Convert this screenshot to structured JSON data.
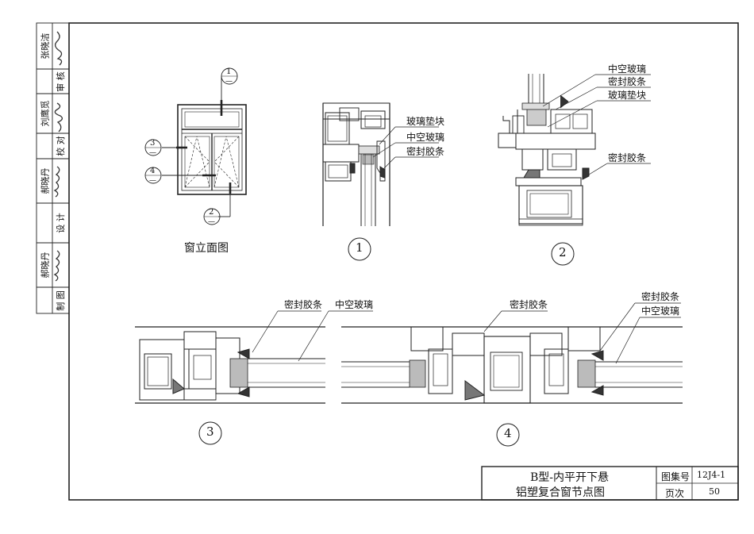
{
  "sidebar": {
    "cells": [
      {
        "text": "张晓洁",
        "sign": true
      },
      {
        "text": "审 核",
        "sign": false
      },
      {
        "text": "刘鹰觅",
        "sign": true
      },
      {
        "text": "校 对",
        "sign": false
      },
      {
        "text": "郝晓丹",
        "sign": true
      },
      {
        "text": "设 计",
        "sign": false
      },
      {
        "text": "郝晓丹",
        "sign": true
      },
      {
        "text": "制 图",
        "sign": false
      }
    ]
  },
  "elevation": {
    "caption": "窗立面图",
    "callouts": [
      {
        "num": "1",
        "sub": "—"
      },
      {
        "num": "2",
        "sub": "—"
      },
      {
        "num": "3",
        "sub": "—"
      },
      {
        "num": "4",
        "sub": "—"
      }
    ]
  },
  "detail1": {
    "number": "1",
    "labels": [
      "玻璃垫块",
      "中空玻璃",
      "密封胶条"
    ]
  },
  "detail2": {
    "number": "2",
    "labels": [
      "中空玻璃",
      "密封胶条",
      "玻璃垫块",
      "密封胶条"
    ]
  },
  "detail3": {
    "number": "3",
    "labels": [
      "密封胶条",
      "中空玻璃"
    ]
  },
  "detail4": {
    "number": "4",
    "labels": [
      "密封胶条",
      "密封胶条",
      "中空玻璃"
    ]
  },
  "title_block": {
    "title_line1": "B型-内平开下悬",
    "title_line2": "铝塑复合窗节点图",
    "atlas_label": "图集号",
    "atlas_value": "12J4-1",
    "page_label": "页次",
    "page_value": "50"
  }
}
